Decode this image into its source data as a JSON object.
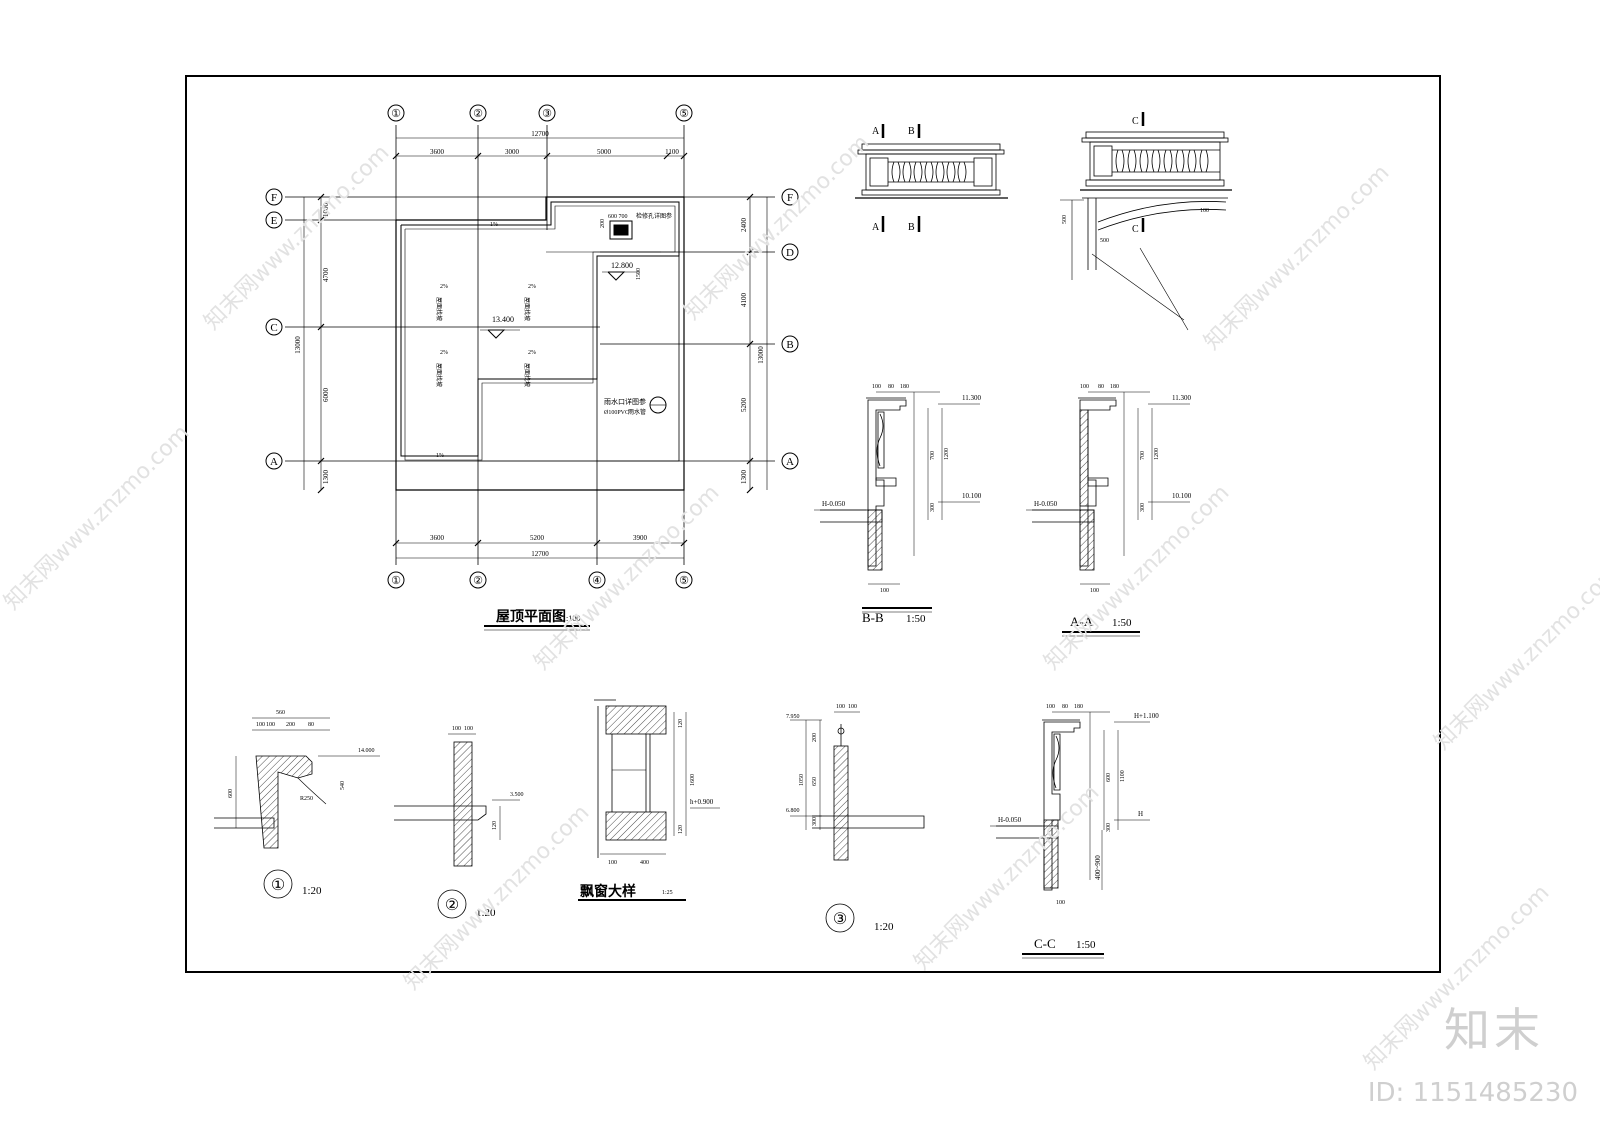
{
  "plan": {
    "title": "屋顶平面图",
    "scale": "1:100",
    "axes_top": [
      "①",
      "②",
      "③",
      "⑤"
    ],
    "axes_bottom": [
      "①",
      "②",
      "④",
      "⑤"
    ],
    "axes_left": [
      "F",
      "E",
      "C",
      "A"
    ],
    "axes_right": [
      "F",
      "D",
      "B",
      "A"
    ],
    "dims_top_total": "12700",
    "dims_top": [
      "3600",
      "3000",
      "5000",
      "1100"
    ],
    "dims_bottom": [
      "3600",
      "5200",
      "3900"
    ],
    "dims_bottom_total": "12700",
    "dims_left": [
      "1000",
      "4700",
      "6000",
      "1300"
    ],
    "dims_left_total": "13000",
    "dims_right": [
      "2400",
      "4100",
      "5200",
      "1300"
    ],
    "dims_right_total": "13000",
    "elev_main": "13.400",
    "elev_low": "12.800",
    "slope": "1%",
    "slope_2pct": "2%",
    "roof_note": "屋面找坡",
    "hatch_note": "检修孔详图参",
    "hatch_dims": "600  700",
    "hatch_dim_side": "200",
    "hatch_dim_low": "1500",
    "drain_note": "雨水口详图参",
    "drain_note2": "雨水管",
    "drain_note3": "Ø100PVC"
  },
  "section_bb": {
    "title": "B-B",
    "scale": "1:50",
    "elev_top": "11.300",
    "elev_low": "10.100",
    "floor": "H-0.050",
    "dims": [
      "100",
      "80",
      "180",
      "700",
      "1200",
      "300",
      "100"
    ]
  },
  "section_aa": {
    "title": "A-A",
    "scale": "1:50",
    "elev_top": "11.300",
    "elev_low": "10.100",
    "floor": "H-0.050",
    "dims": [
      "100",
      "80",
      "180",
      "700",
      "1200",
      "300",
      "100"
    ]
  },
  "elev_ab": {
    "labels": [
      "A",
      "B"
    ]
  },
  "elev_c": {
    "labels": [
      "C"
    ],
    "dims": [
      "500",
      "500",
      "100"
    ]
  },
  "detail1": {
    "num": "①",
    "scale": "1:20",
    "elev": "14.000",
    "dims": [
      "560",
      "100",
      "100",
      "200",
      "80",
      "600",
      "540",
      "R250"
    ]
  },
  "detail2": {
    "num": "②",
    "scale": "1:20",
    "elev": "3.500",
    "dims": [
      "100",
      "100",
      "120"
    ]
  },
  "bay_window": {
    "title": "飘窗大样",
    "scale": "1:25",
    "elev": "h+0.900",
    "dims": [
      "100",
      "120",
      "1600",
      "120",
      "100",
      "400"
    ]
  },
  "detail3": {
    "num": "③",
    "scale": "1:20",
    "elev_top": "7.950",
    "elev_low": "6.800",
    "dims": [
      "100",
      "100",
      "200",
      "1050",
      "650",
      "300"
    ]
  },
  "section_cc": {
    "title": "C-C",
    "scale": "1:50",
    "elev_top": "H+1.100",
    "elev_low": "H",
    "floor": "H-0.050",
    "range": "400~900",
    "dims": [
      "100",
      "80",
      "180",
      "600",
      "1100",
      "300",
      "100"
    ]
  },
  "watermark": "知末网www.znzmo.com",
  "brand": {
    "logo": "知末",
    "id": "ID: 1151485230"
  }
}
